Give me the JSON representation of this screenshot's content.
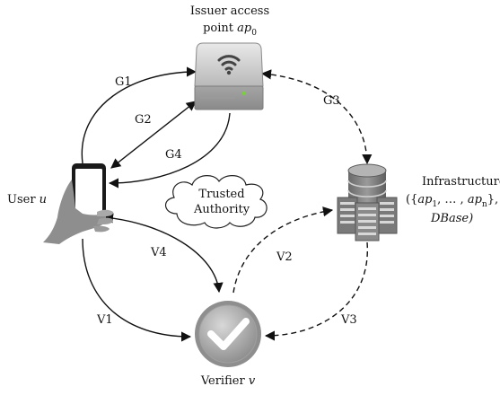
{
  "nodes": {
    "issuer": {
      "line1": "Issuer access",
      "line2_prefix": "point ",
      "line2_var": "ap",
      "line2_sub": "0"
    },
    "user": {
      "label": "User ",
      "var": "u"
    },
    "infra": {
      "line1": "Infrastructure",
      "line2_open": "({",
      "ap": "ap",
      "sub1": "1",
      "mid": ", … , ",
      "subn": "n",
      "line2_close": "},",
      "line3": "DBase)"
    },
    "authority": {
      "line1": "Trusted",
      "line2": "Authority"
    },
    "verifier": {
      "label": "Verifier ",
      "var": "v"
    }
  },
  "edges": {
    "g1": "G1",
    "g2": "G2",
    "g3": "G3",
    "g4": "G4",
    "v1": "V1",
    "v2": "V2",
    "v3": "V3",
    "v4": "V4"
  }
}
